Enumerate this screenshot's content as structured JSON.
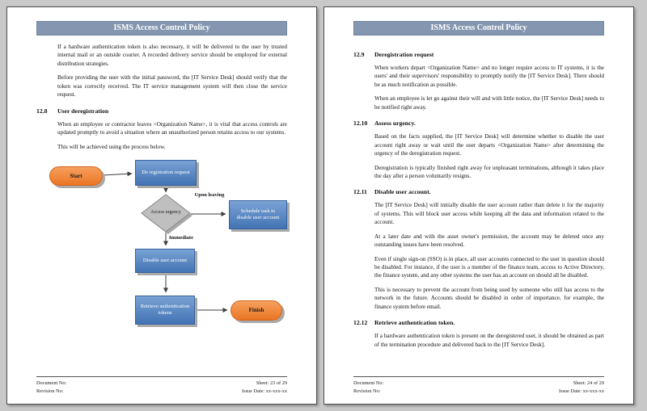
{
  "document": {
    "title": "ISMS Access Control Policy"
  },
  "colors": {
    "banner": "#8496b0",
    "canvas_bg": "#c8c8c8",
    "flow_blue": "#4273b4",
    "flow_orange": "#ea7524",
    "flow_gray": "#b3b3b3"
  },
  "left_page": {
    "banner_title": "ISMS Access Control Policy",
    "paragraphs": [
      "If a hardware authentication token is also necessary, it will be delivered to the user by trusted internal mail or an outside courier. A recorded delivery service should be employed for external distribution strategies.",
      "Before providing the user with the initial password, the [IT Service Desk] should verify that the token was correctly received. The IT service management system will then close the service request."
    ],
    "section": {
      "number": "12.8",
      "title": "User deregistration",
      "paragraphs": [
        "When an employee or contractor leaves <Organization Name>, it is vital that access controls are updated promptly to avoid a situation where an unauthorized person retains access to our systems.",
        "This will be achieved using the process below."
      ]
    },
    "flowchart": {
      "start": "Start",
      "step_request": "De registration request",
      "decision": "Access urgency",
      "label_upon_leaving": "Upon leaving",
      "label_immediate": "Immediate",
      "step_schedule": "Schedule task to disable user account",
      "step_disable": "Disable user account",
      "step_retrieve": "Retrieve authentication tokens",
      "finish": "Finish"
    },
    "footer": {
      "document_no_label": "Document No:",
      "revision_no_label": "Revision No:",
      "sheet": "Sheet: 23 of 29",
      "issue_date": "Issue Date: xx-xxx-xx"
    }
  },
  "right_page": {
    "banner_title": "ISMS Access Control Policy",
    "sections": [
      {
        "number": "12.9",
        "title": "Deregistration request",
        "paragraphs": [
          "When workers depart <Organization Name> and no longer require access to IT systems, it is the users' and their supervisors' responsibility to promptly notify the [IT Service Desk]. There should be as much notification as possible.",
          "When an employee is let go against their will and with little notice, the [IT Service Desk] needs to be notified right away."
        ]
      },
      {
        "number": "12.10",
        "title": "Assess urgency.",
        "paragraphs": [
          "Based on the facts supplied, the [IT Service Desk] will determine whether to disable the user account right away or wait until the user departs <Organization Name> after determining the urgency of the deregistration request.",
          "Deregistration is typically finished right away for unpleasant terminations, although it takes place the day after a person voluntarily resigns."
        ]
      },
      {
        "number": "12.11",
        "title": "Disable user account.",
        "paragraphs": [
          "The [IT Service Desk] will initially disable the user account rather than delete it for the majority of systems. This will block user access while keeping all the data and information related to the account.",
          "At a later date and with the asset owner's permission, the account may be deleted once any outstanding issues have been resolved.",
          "Even if single sign-on (SSO) is in place, all user accounts connected to the user in question should be disabled. For instance, if the user is a member of the finance team, access to Active Directory, the finance system, and any other systems the user has an account on should all be disabled.",
          "This is necessary to prevent the account from being used by someone who still has access to the network in the future. Accounts should be disabled in order of importance, for example, the finance system before email."
        ]
      },
      {
        "number": "12.12",
        "title": "Retrieve authentication token.",
        "paragraphs": [
          "If a hardware authentication token is present on the deregistered user, it should be obtained as part of the termination procedure and delivered back to the [IT Service Desk]."
        ]
      }
    ],
    "footer": {
      "document_no_label": "Document No:",
      "revision_no_label": "Revision No:",
      "sheet": "Sheet: 24 of 29",
      "issue_date": "Issue Date: xx-xxx-xx"
    }
  }
}
